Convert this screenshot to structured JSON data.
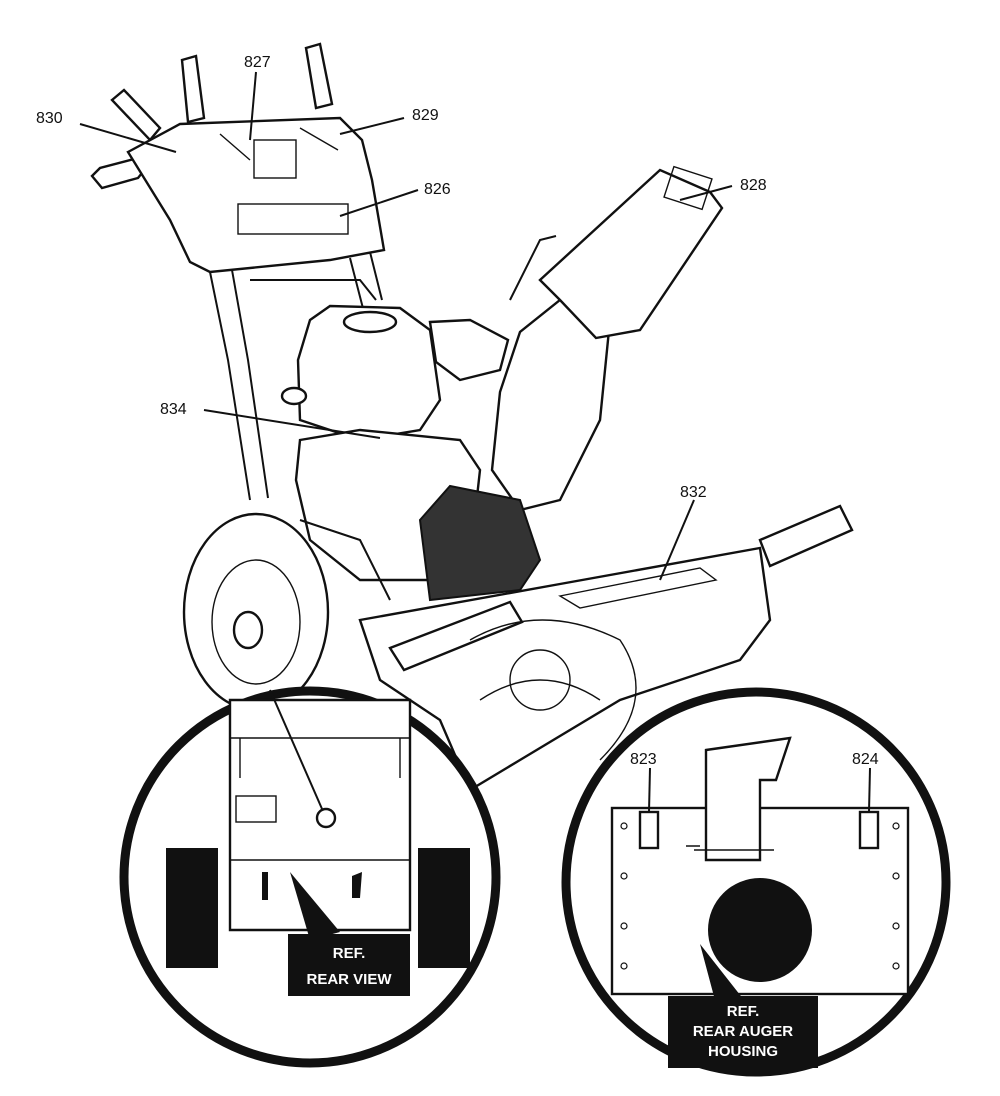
{
  "callouts": {
    "c830": "830",
    "c827": "827",
    "c829": "829",
    "c826": "826",
    "c828": "828",
    "c834": "834",
    "c832": "832",
    "c823": "823",
    "c824": "824"
  },
  "insets": {
    "rear_view": {
      "line1": "REF.",
      "line2": "REAR VIEW"
    },
    "rear_auger_housing": {
      "line1": "REF.",
      "line2": "REAR AUGER",
      "line3": "HOUSING"
    }
  }
}
